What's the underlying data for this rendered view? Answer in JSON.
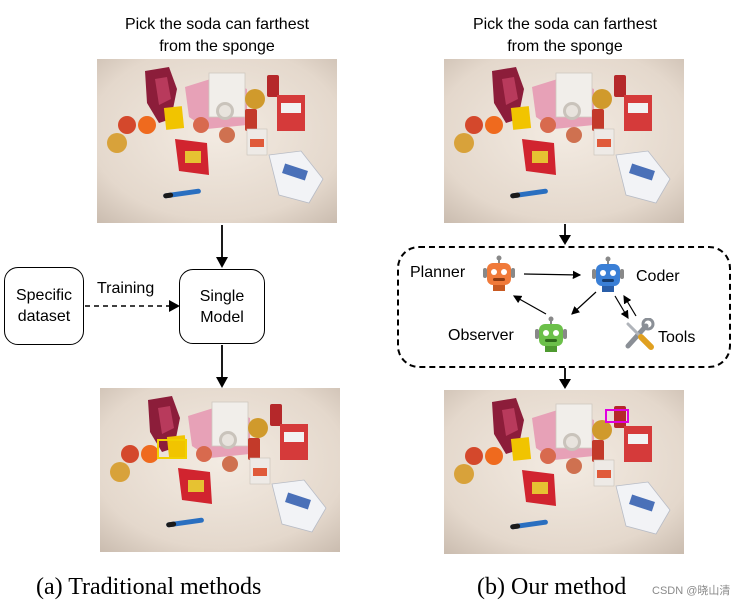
{
  "left_panel": {
    "prompt": "Pick the soda can farthest\nfrom the sponge",
    "training_label": "Training",
    "dataset_box": "Specific\ndataset",
    "model_box": "Single\nModel",
    "caption": "(a)  Traditional methods"
  },
  "right_panel": {
    "prompt": "Pick the soda can farthest\nfrom the sponge",
    "agents": {
      "planner": "Planner",
      "coder": "Coder",
      "observer": "Observer",
      "tools": "Tools"
    },
    "caption": "(b)  Our method"
  },
  "colors": {
    "planner_robot": "#f07a3a",
    "coder_robot": "#3a7fd6",
    "observer_robot": "#6cc04a",
    "highlight_left": "#f2d000",
    "highlight_right": "#e000e0"
  },
  "watermark": "CSDN @晓山清"
}
